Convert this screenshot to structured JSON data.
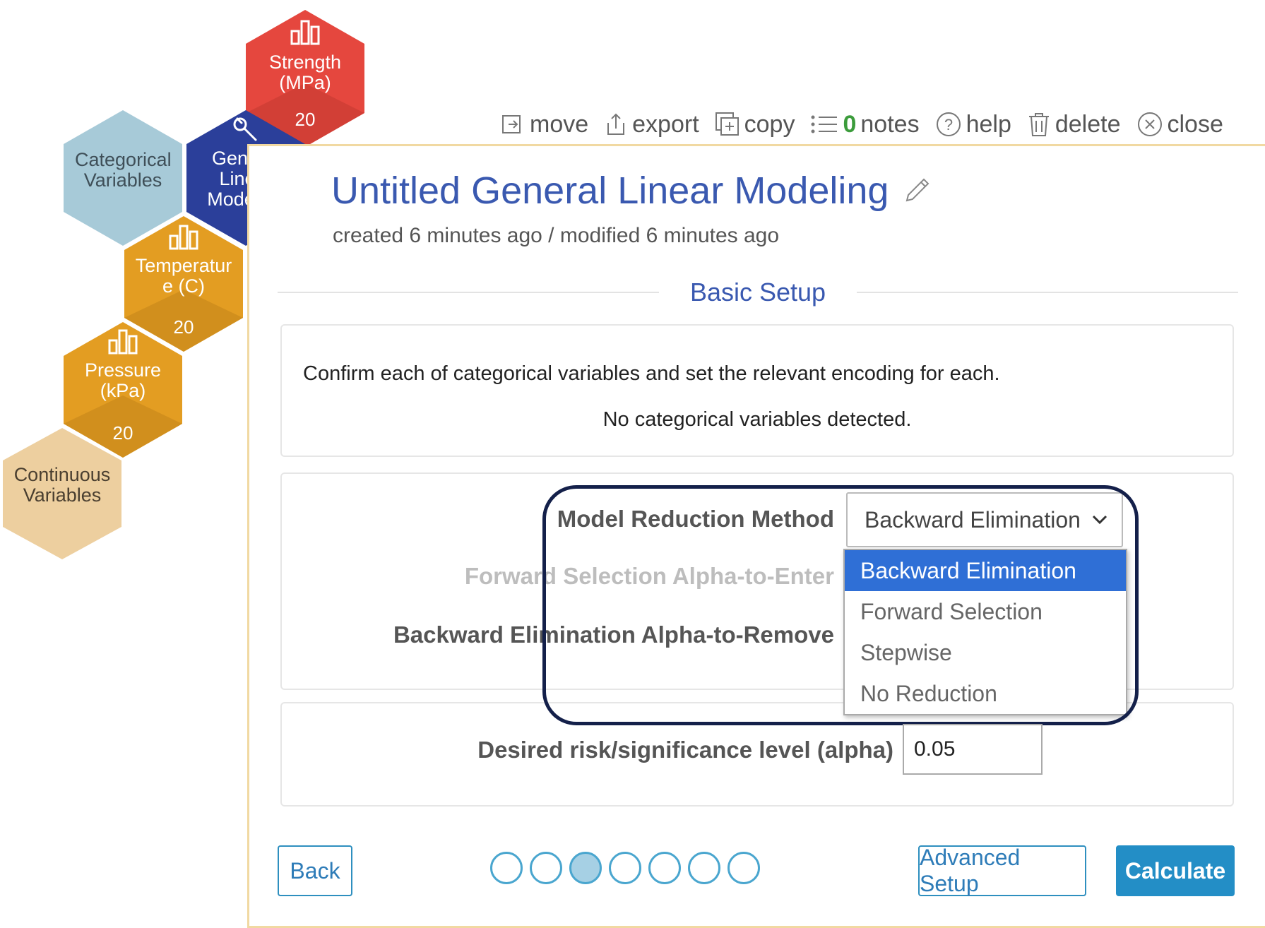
{
  "hexes": [
    {
      "id": "strength",
      "label": "Strength (MPa)",
      "count": "20",
      "icon": "bar-chart-icon",
      "color": "#e5473e"
    },
    {
      "id": "categorical",
      "label": "Categorical Variables",
      "color": "#a7cad8"
    },
    {
      "id": "glm",
      "label": "General Linear Modeling",
      "icon": "wrench-icon",
      "color": "#2b3f9a"
    },
    {
      "id": "temperature",
      "label": "Temperatur e (C)",
      "count": "20",
      "icon": "bar-chart-icon",
      "color": "#e39d22"
    },
    {
      "id": "pressure",
      "label": "Pressure (kPa)",
      "count": "20",
      "icon": "bar-chart-icon",
      "color": "#e39d22"
    },
    {
      "id": "continuous",
      "label": "Continuous Variables",
      "color": "#edcf9f"
    }
  ],
  "toolbar": {
    "move": "move",
    "export": "export",
    "copy": "copy",
    "notes_count": "0",
    "notes": "notes",
    "help": "help",
    "delete": "delete",
    "close": "close"
  },
  "header": {
    "title": "Untitled General Linear Modeling",
    "subtitle": "created 6 minutes ago / modified 6 minutes ago"
  },
  "section": {
    "heading": "Basic Setup"
  },
  "categorical": {
    "instruction": "Confirm each of categorical variables and set the relevant encoding for each.",
    "status": "No categorical variables detected."
  },
  "model_reduction": {
    "label": "Model Reduction Method",
    "selected": "Backward Elimination",
    "options": [
      "Backward Elimination",
      "Forward Selection",
      "Stepwise",
      "No Reduction"
    ],
    "forward_label": "Forward Selection Alpha-to-Enter",
    "backward_label": "Backward Elimination Alpha-to-Remove"
  },
  "alpha": {
    "label": "Desired risk/significance level (alpha)",
    "value": "0.05"
  },
  "nav": {
    "back": "Back",
    "advanced": "Advanced Setup",
    "calculate": "Calculate",
    "total_steps": 7,
    "current_step": 3
  },
  "colors": {
    "title": "#3a59b0",
    "accent": "#238ec6",
    "selected_option": "#2f6fd6",
    "highlight_ring": "#14204a"
  }
}
